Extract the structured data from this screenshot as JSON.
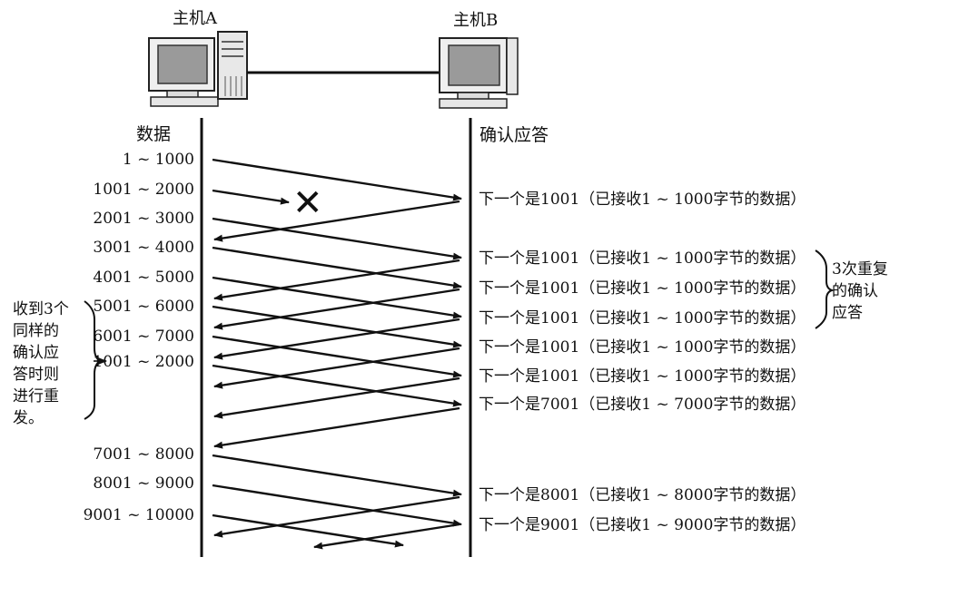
{
  "hosts": {
    "a": "主机A",
    "b": "主机B"
  },
  "headers": {
    "data": "数据",
    "ack": "确认应答"
  },
  "data_labels": [
    "1 ~ 1000",
    "1001 ~ 2000",
    "2001 ~ 3000",
    "3001 ~ 4000",
    "4001 ~ 5000",
    "5001 ~ 6000",
    "6001 ~ 7000",
    "1001 ~ 2000",
    "7001 ~ 8000",
    "8001 ~ 9000",
    "9001 ~ 10000"
  ],
  "ack_labels": [
    "下一个是1001（已接收1 ~ 1000字节的数据）",
    "下一个是1001（已接收1 ~ 1000字节的数据）",
    "下一个是1001（已接收1 ~ 1000字节的数据）",
    "下一个是1001（已接收1 ~ 1000字节的数据）",
    "下一个是1001（已接收1 ~ 1000字节的数据）",
    "下一个是1001（已接收1 ~ 1000字节的数据）",
    "下一个是7001（已接收1 ~ 7000字节的数据）",
    "下一个是8001（已接收1 ~ 8000字节的数据）",
    "下一个是9001（已接收1 ~ 9000字节的数据）"
  ],
  "notes": {
    "left": [
      "收到3个",
      "同样的",
      "确认应",
      "答时则",
      "进行重",
      "发。"
    ],
    "right": [
      "3次重复",
      "的确认",
      "应答"
    ]
  },
  "lost_marker": "✕"
}
